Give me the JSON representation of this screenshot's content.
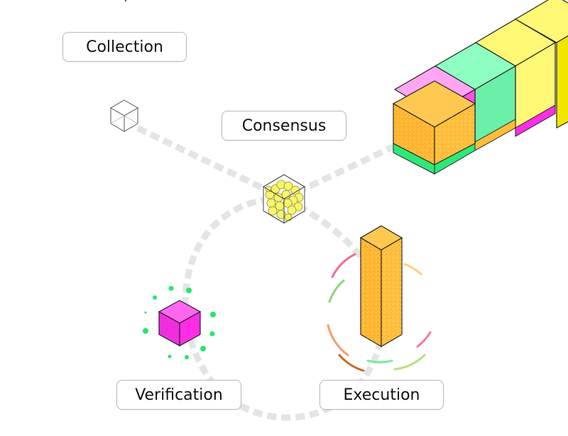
{
  "labels": {
    "collection": "Collection",
    "consensus": "Consensus",
    "verification": "Verification",
    "execution": "Execution"
  },
  "colors": {
    "path": "#e4e4e4",
    "orange": "#ffbd3a",
    "pink": "#ff9bf2",
    "green": "#7dffb9",
    "yellow": "#fff875",
    "magenta": "#ff2de6",
    "dot_green": "#25e86b",
    "ring_segments": [
      "#f46d8a",
      "#ffcf7a",
      "#8bd67c",
      "#f49a70",
      "#b5e27a",
      "#c96a2a",
      "#f47e92"
    ]
  },
  "icons": {
    "collection": "wireframe-cube-icon",
    "consensus": "bubble-filled-cube-icon",
    "verification": "magenta-cube-icon",
    "execution": "orange-tower-icon",
    "chain": "block-chain-icon"
  }
}
